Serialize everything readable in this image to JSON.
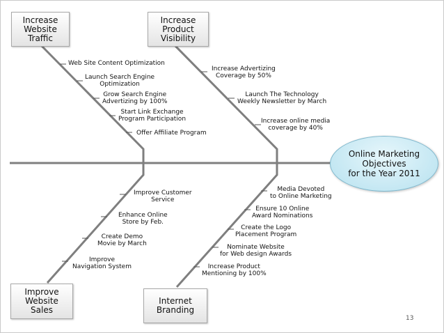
{
  "head": "Online Marketing\nObjectives\nfor the Year 2011",
  "categories": {
    "traffic": "Increase\nWebsite\nTraffic",
    "visibility": "Increase\nProduct\nVisibility",
    "sales": "Improve\nWebsite\nSales",
    "branding": "Internet\nBranding"
  },
  "causes": {
    "traffic": [
      "Web Site Content Optimization",
      "Launch Search Engine\nOptimization",
      "Grow Search Engine\nAdvertizing by 100%",
      "Start Link Exchange\nProgram Participation",
      "Offer Affiliate Program"
    ],
    "visibility": [
      "Increase Advertizing\nCoverage by 50%",
      "Launch The Technology\nWeekly Newsletter by March",
      "Increase online media\ncoverage by 40%"
    ],
    "sales": [
      "Improve Customer\nService",
      "Enhance Online\nStore by Feb.",
      "Create Demo\nMovie by March",
      "Improve\nNavigation System"
    ],
    "branding": [
      "Media Devoted\nto Online Marketing",
      "Ensure 10 Online\nAward Nominations",
      "Create the Logo\nPlacement Program",
      "Nominate Website\nfor Web design Awards",
      "Increase Product\nMentioning by 100%"
    ]
  },
  "page_number": "13"
}
